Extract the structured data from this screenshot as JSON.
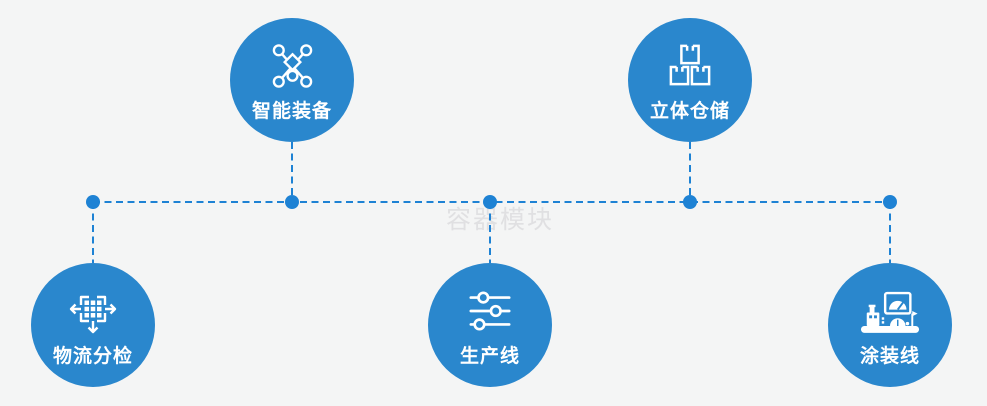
{
  "watermark": "容器模块",
  "colors": {
    "background": "#f4f5f5",
    "circle_fill": "#2a87cd",
    "connector_line": "#1e82d4",
    "label_text": "#ffffff",
    "watermark_text": "#e0e0e2"
  },
  "nodes": [
    {
      "label": "智能装备",
      "icon": "network-icon",
      "row": "top"
    },
    {
      "label": "立体仓储",
      "icon": "warehouse-boxes-icon",
      "row": "top"
    },
    {
      "label": "物流分检",
      "icon": "distribute-arrows-icon",
      "row": "bottom"
    },
    {
      "label": "生产线",
      "icon": "sliders-icon",
      "row": "bottom"
    },
    {
      "label": "涂装线",
      "icon": "machine-icon",
      "row": "bottom"
    }
  ]
}
